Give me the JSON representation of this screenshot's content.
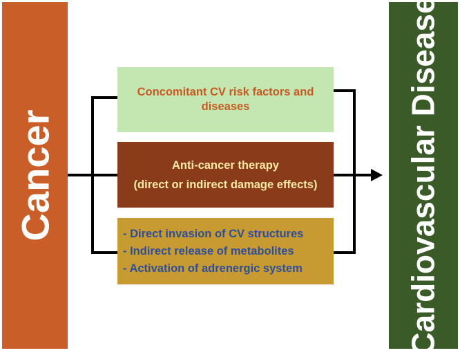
{
  "cancer_label": "Cancer",
  "cvd_label": "Cardiovascular Disease",
  "boxes": {
    "risk": {
      "lines": [
        "Concomitant CV risk factors and",
        "diseases"
      ]
    },
    "therapy": {
      "lines": [
        "Anti-cancer therapy",
        "(direct or indirect damage effects)"
      ]
    },
    "mechanisms": {
      "lines": [
        "- Direct invasion of CV structures",
        "- Indirect release of metabolites",
        "- Activation of adrenergic system"
      ]
    }
  },
  "colors": {
    "cancer": "#c95e28",
    "cvd": "#3a5a28",
    "risk_box": "#c4e7b2",
    "therapy_box": "#8a3b1a",
    "mechanisms_box": "#c89a32"
  }
}
